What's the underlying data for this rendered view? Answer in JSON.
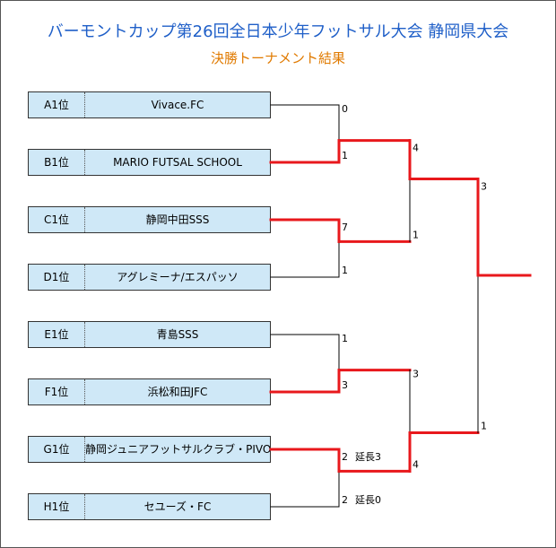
{
  "title": "バーモントカップ第26回全日本少年フットサル大会 静岡県大会",
  "subtitle": "決勝トーナメント結果",
  "colors": {
    "title": "#1f5fc8",
    "subtitle": "#e07a00",
    "box_fill": "#cfe8f7",
    "winner_line": "#e8181c",
    "loser_line": "#000000"
  },
  "teams": [
    {
      "seed": "A1位",
      "name": "Vivace.FC"
    },
    {
      "seed": "B1位",
      "name": "MARIO FUTSAL SCHOOL"
    },
    {
      "seed": "C1位",
      "name": "静岡中田SSS"
    },
    {
      "seed": "D1位",
      "name": "アグレミーナ/エスパッソ"
    },
    {
      "seed": "E1位",
      "name": "青島SSS"
    },
    {
      "seed": "F1位",
      "name": "浜松和田JFC"
    },
    {
      "seed": "G1位",
      "name": "静岡ジュニアフットサルクラブ・PIVO"
    },
    {
      "seed": "H1位",
      "name": "セユーズ・FC"
    }
  ],
  "round1": [
    {
      "top_score": "0",
      "bottom_score": "1",
      "winner": "bottom"
    },
    {
      "top_score": "7",
      "bottom_score": "1",
      "winner": "top"
    },
    {
      "top_score": "1",
      "bottom_score": "3",
      "winner": "bottom"
    },
    {
      "top_score": "2",
      "bottom_score": "2",
      "winner": "top",
      "top_note": "延長3",
      "bottom_note": "延長0"
    }
  ],
  "round2": [
    {
      "top_score": "4",
      "bottom_score": "1",
      "winner": "top"
    },
    {
      "top_score": "3",
      "bottom_score": "4",
      "winner": "bottom"
    }
  ],
  "final": {
    "top_score": "3",
    "bottom_score": "1",
    "winner": "top"
  }
}
